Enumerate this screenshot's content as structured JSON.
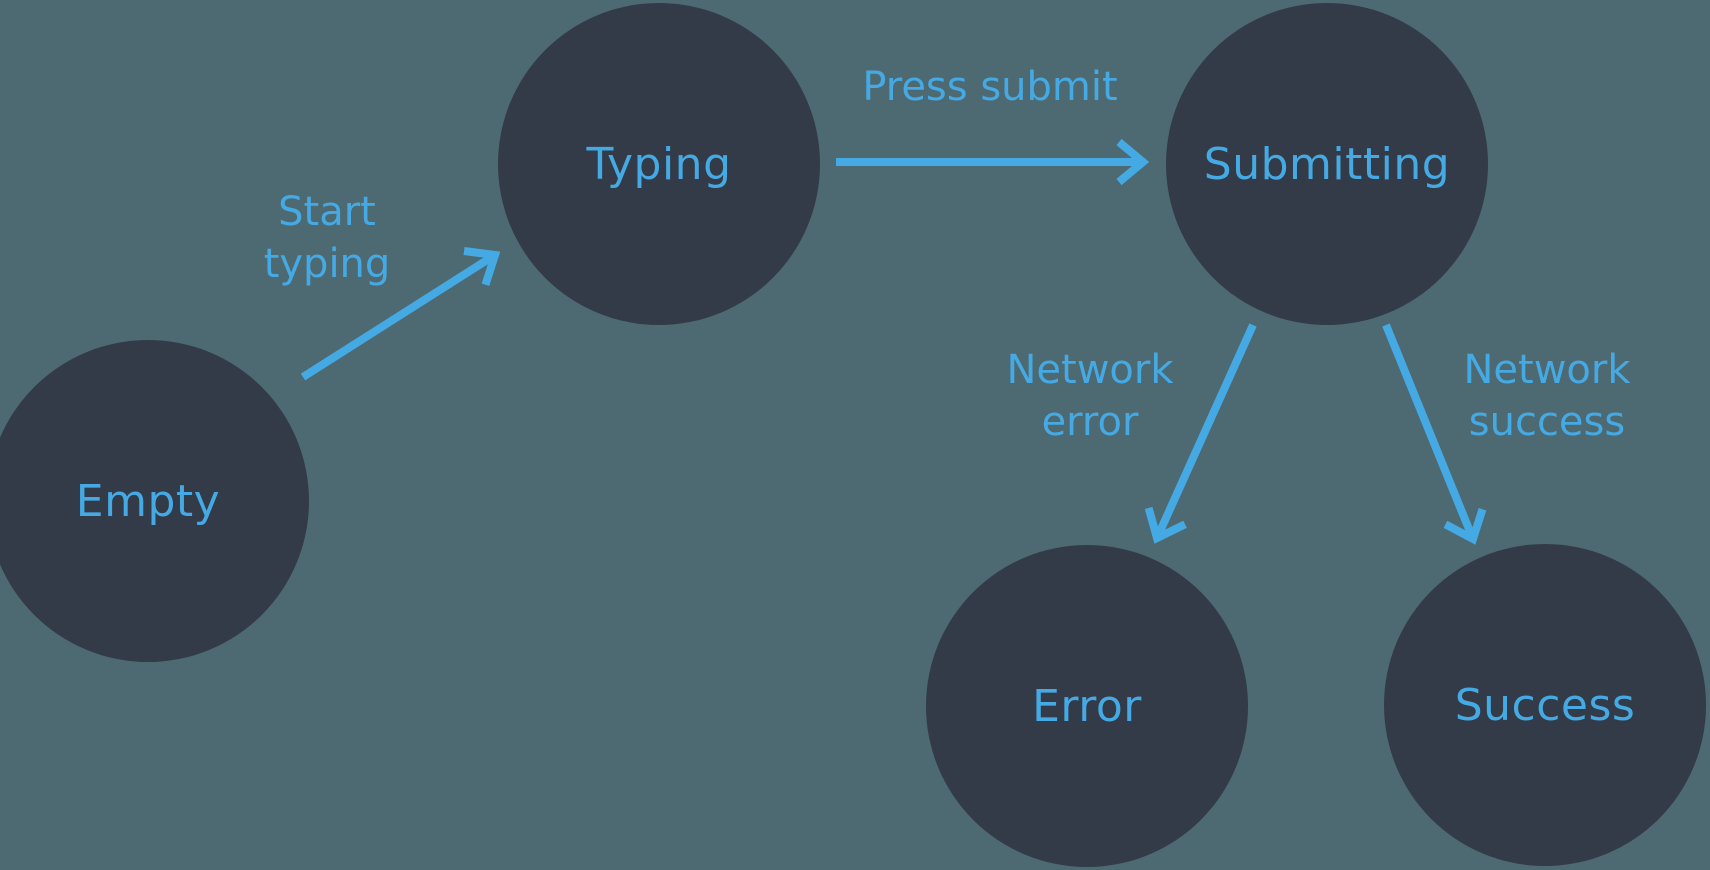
{
  "theme": {
    "background": "#4d6972",
    "node_fill": "#323b47",
    "accent_blue": "#45a9e4"
  },
  "states": [
    {
      "id": "empty",
      "label": "Empty"
    },
    {
      "id": "typing",
      "label": "Typing"
    },
    {
      "id": "submitting",
      "label": "Submitting"
    },
    {
      "id": "error",
      "label": "Error"
    },
    {
      "id": "success",
      "label": "Success"
    }
  ],
  "transitions": [
    {
      "id": "start-typing",
      "from": "empty",
      "to": "typing",
      "label": "Start typing",
      "lines": [
        "Start",
        "typing"
      ]
    },
    {
      "id": "press-submit",
      "from": "typing",
      "to": "submitting",
      "label": "Press submit",
      "lines": [
        "Press submit"
      ]
    },
    {
      "id": "network-error",
      "from": "submitting",
      "to": "error",
      "label": "Network error",
      "lines": [
        "Network",
        "error"
      ]
    },
    {
      "id": "network-success",
      "from": "submitting",
      "to": "success",
      "label": "Network success",
      "lines": [
        "Network",
        "success"
      ]
    }
  ]
}
